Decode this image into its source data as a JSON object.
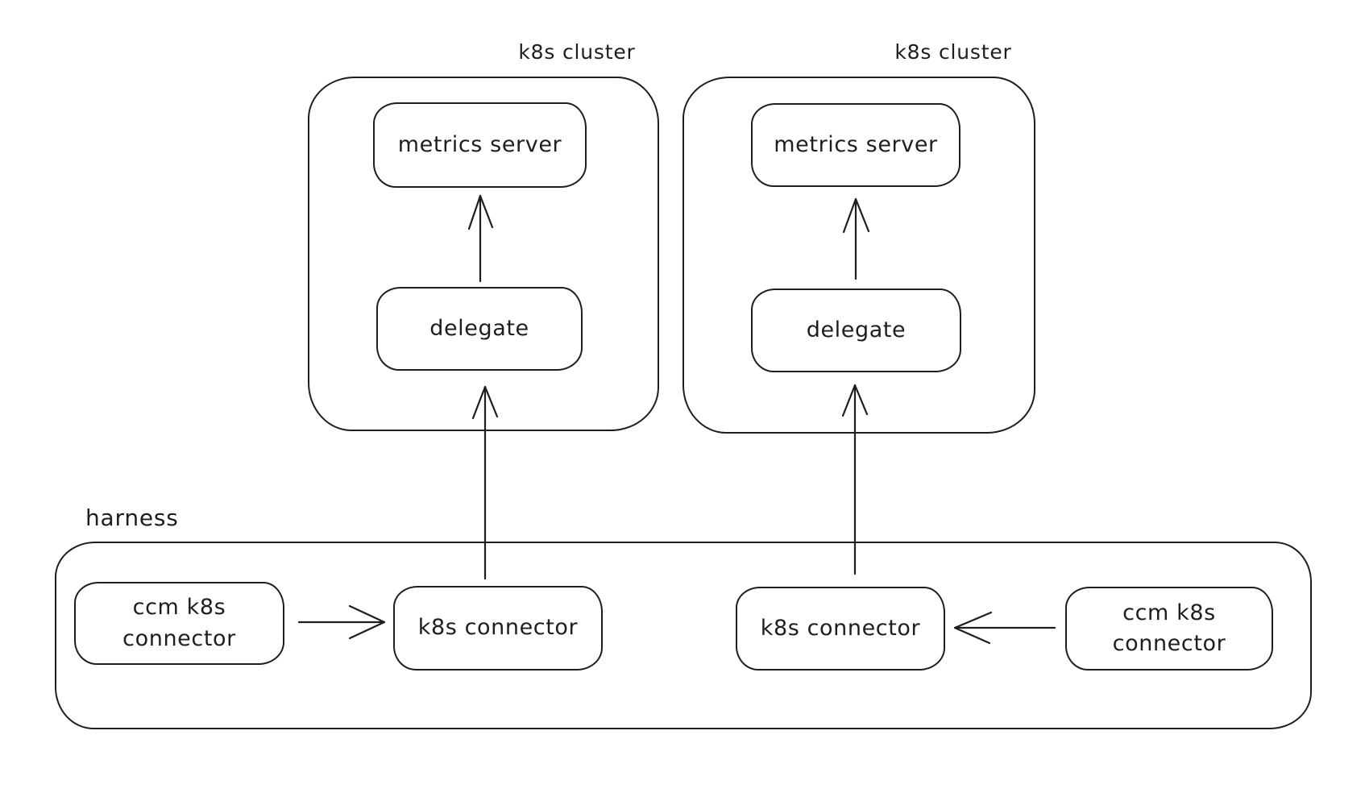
{
  "diagram": {
    "background": "#ffffff",
    "stroke_color": "#1e1e1e",
    "clusters": [
      {
        "label": "k8s cluster",
        "nodes": {
          "metrics_server": "metrics server",
          "delegate": "delegate"
        }
      },
      {
        "label": "k8s cluster",
        "nodes": {
          "metrics_server": "metrics server",
          "delegate": "delegate"
        }
      }
    ],
    "harness": {
      "label": "harness",
      "left_group": {
        "ccm_connector_lines": [
          "ccm k8s",
          "connector"
        ],
        "k8s_connector": "k8s connector"
      },
      "right_group": {
        "k8s_connector": "k8s connector",
        "ccm_connector_lines": [
          "ccm k8s",
          "connector"
        ]
      }
    },
    "arrows": [
      "delegate to metrics server (left cluster)",
      "delegate to metrics server (right cluster)",
      "k8s connector to delegate (left)",
      "k8s connector to delegate (right)",
      "ccm k8s connector to k8s connector (left)",
      "ccm k8s connector to k8s connector (right)"
    ]
  }
}
